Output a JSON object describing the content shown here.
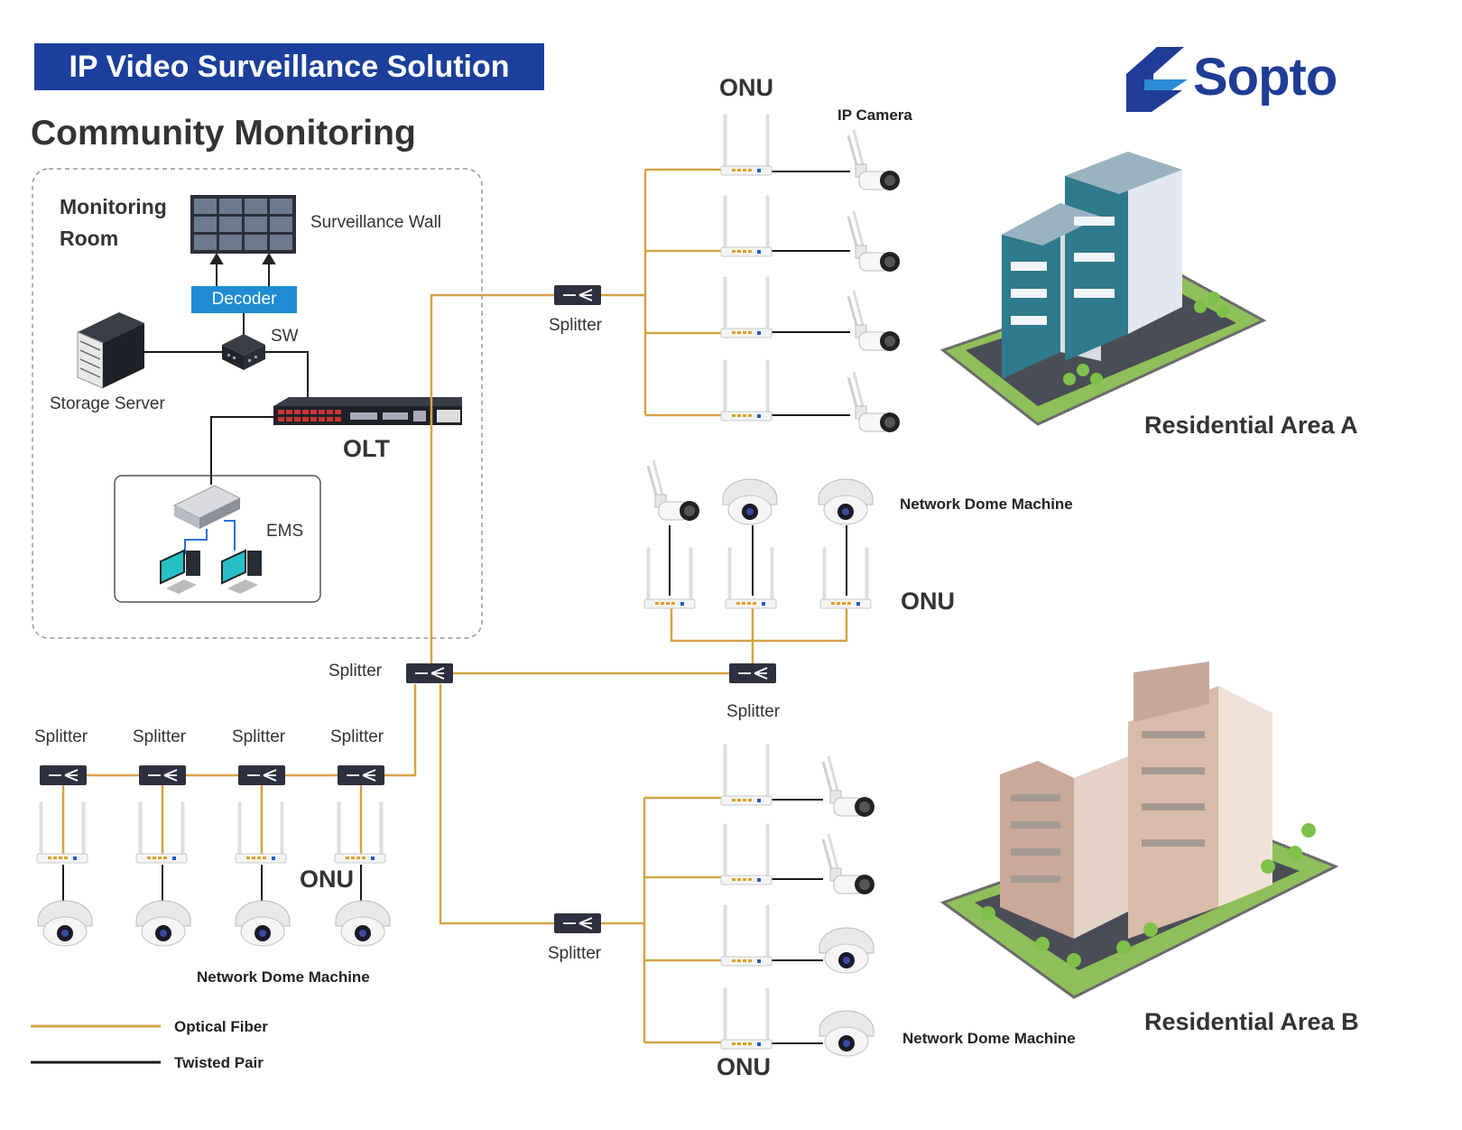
{
  "title": "IP Video Surveillance Solution",
  "subtitle": "Community Monitoring",
  "logo": {
    "text": "Sopto",
    "color": "#1f3c96"
  },
  "colors": {
    "fiber": "#d4a445",
    "twisted": "#1a1a1a",
    "banner": "#1b3f9a",
    "decoder": "#1e8bd2"
  },
  "monitoring_room": {
    "title_line1": "Monitoring",
    "title_line2": "Room",
    "surveillance_wall": "Surveillance Wall",
    "decoder": "Decoder",
    "sw": "SW",
    "storage_server": "Storage Server",
    "olt": "OLT",
    "ems": "EMS"
  },
  "labels": {
    "onu": "ONU",
    "splitter": "Splitter",
    "ip_camera": "IP Camera",
    "network_dome_machine": "Network Dome Machine",
    "residential_area_a": "Residential Area A",
    "residential_area_b": "Residential Area B"
  },
  "legend": {
    "optical_fiber": "Optical Fiber",
    "twisted_pair": "Twisted Pair"
  }
}
